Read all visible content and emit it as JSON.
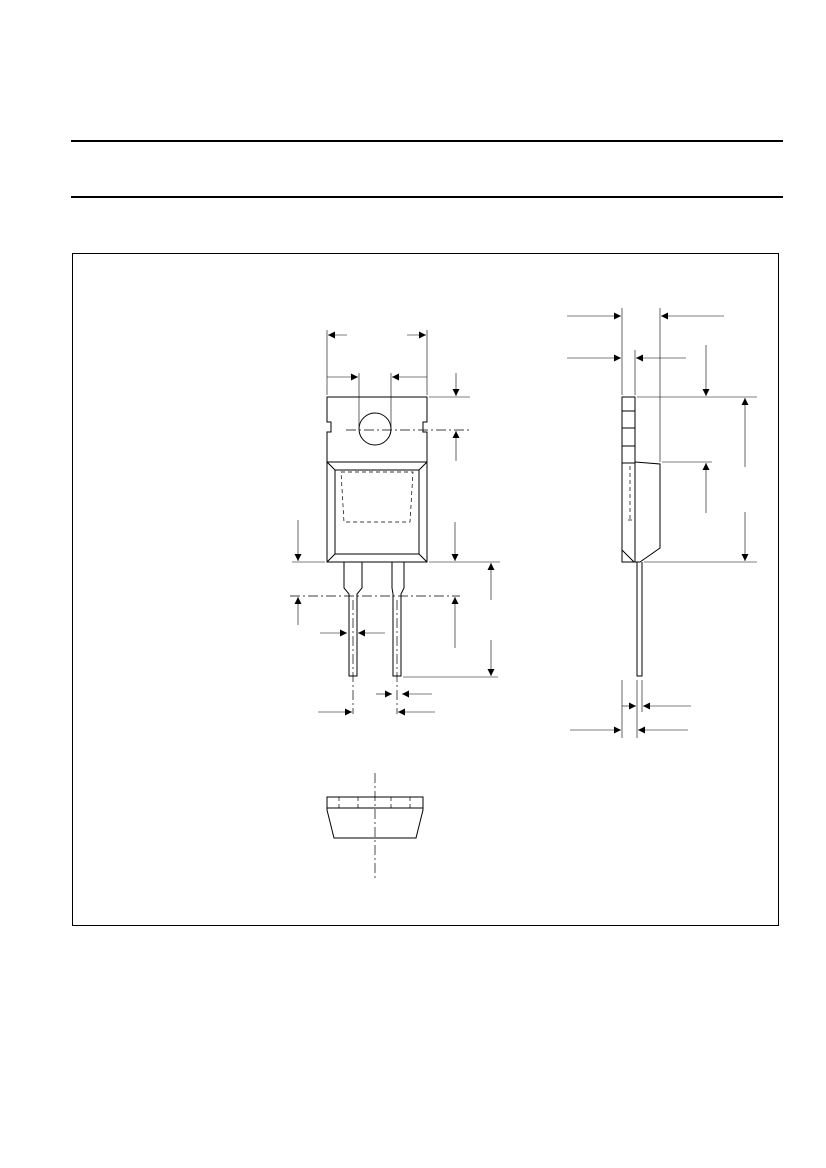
{
  "page": {
    "background": "#ffffff",
    "line_color": "#000000"
  },
  "drawing": {
    "views": [
      "front-view",
      "side-view",
      "bottom-view"
    ]
  }
}
